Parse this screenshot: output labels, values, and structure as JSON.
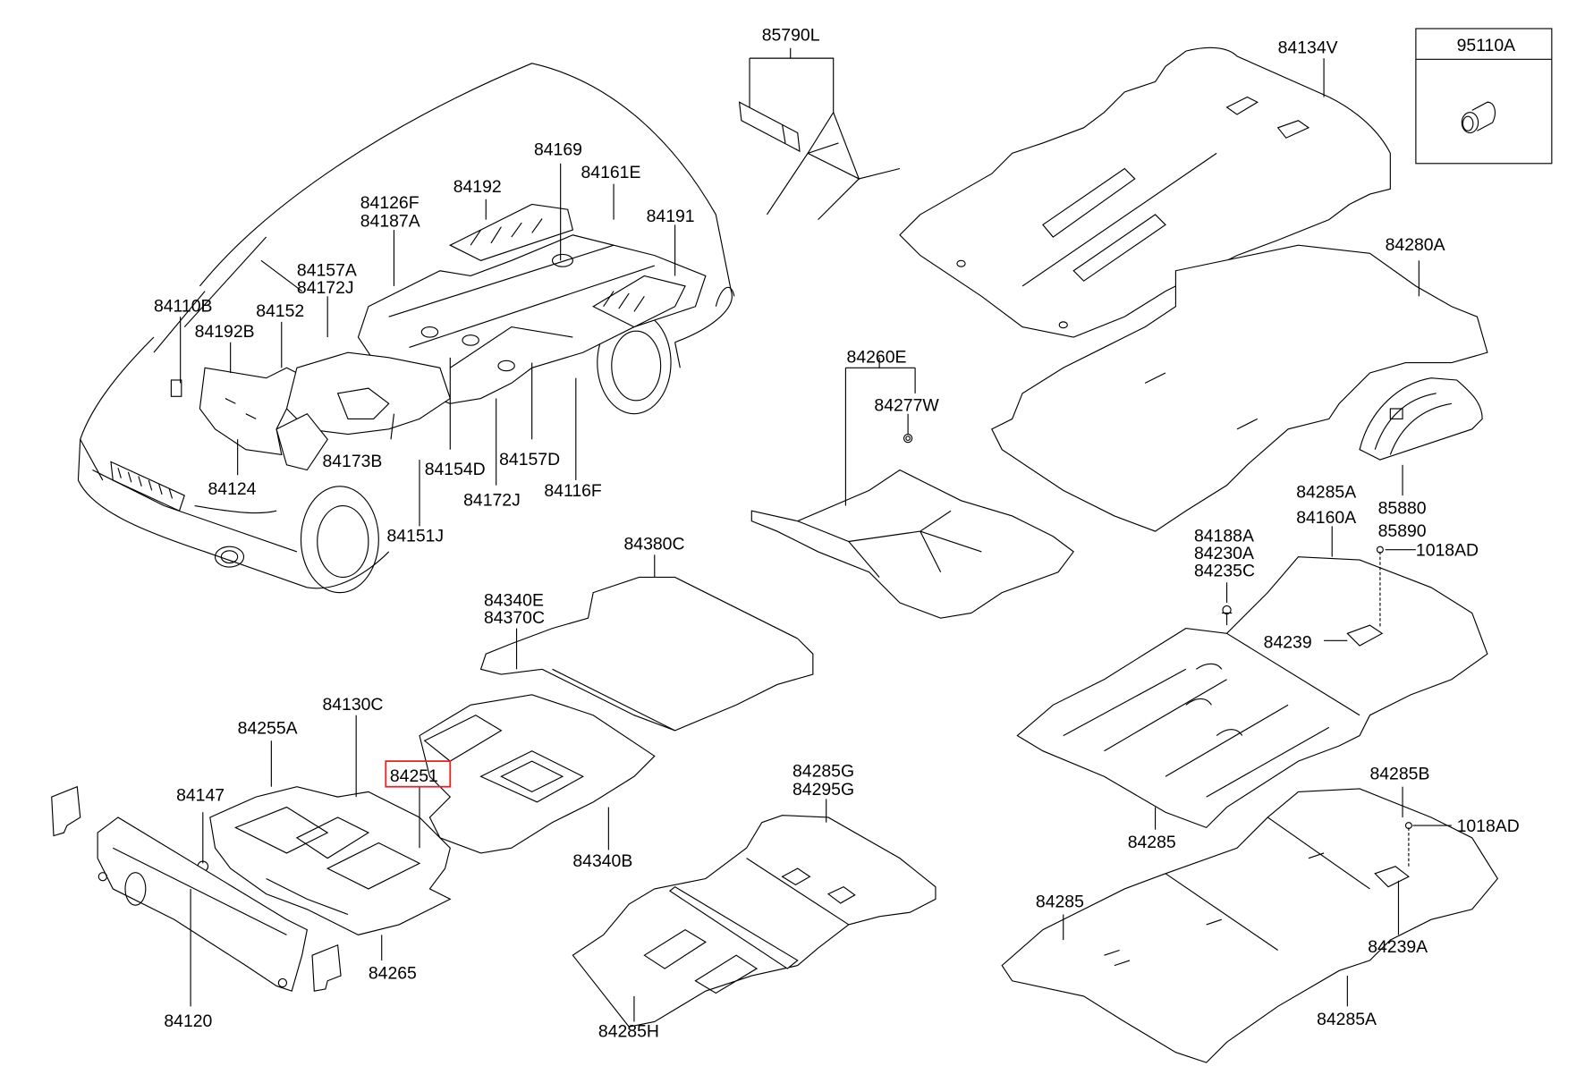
{
  "diagram": {
    "title": "Floor covering / insulation parts diagram",
    "highlight_color": "#e0262b",
    "highlighted_part": "84251",
    "legend_box": {
      "part": "95110A",
      "icon": "clip-fastener-icon"
    },
    "labels": [
      {
        "id": "85790L",
        "text": "85790L"
      },
      {
        "id": "84134V",
        "text": "84134V"
      },
      {
        "id": "95110A",
        "text": "95110A"
      },
      {
        "id": "84169",
        "text": "84169"
      },
      {
        "id": "84161E",
        "text": "84161E"
      },
      {
        "id": "84192",
        "text": "84192"
      },
      {
        "id": "84191",
        "text": "84191"
      },
      {
        "id": "84126F",
        "text": "84126F"
      },
      {
        "id": "84187A",
        "text": "84187A"
      },
      {
        "id": "84157A",
        "text": "84157A"
      },
      {
        "id": "84172J_top",
        "text": "84172J"
      },
      {
        "id": "84110B",
        "text": "84110B"
      },
      {
        "id": "84152",
        "text": "84152"
      },
      {
        "id": "84192B",
        "text": "84192B"
      },
      {
        "id": "84173B",
        "text": "84173B"
      },
      {
        "id": "84154D",
        "text": "84154D"
      },
      {
        "id": "84157D",
        "text": "84157D"
      },
      {
        "id": "84124",
        "text": "84124"
      },
      {
        "id": "84172J_bottom",
        "text": "84172J"
      },
      {
        "id": "84116F",
        "text": "84116F"
      },
      {
        "id": "84151J",
        "text": "84151J"
      },
      {
        "id": "84280A",
        "text": "84280A"
      },
      {
        "id": "84260E",
        "text": "84260E"
      },
      {
        "id": "84277W",
        "text": "84277W"
      },
      {
        "id": "85880",
        "text": "85880"
      },
      {
        "id": "85890",
        "text": "85890"
      },
      {
        "id": "84285A_top",
        "text": "84285A"
      },
      {
        "id": "84160A",
        "text": "84160A"
      },
      {
        "id": "84188A",
        "text": "84188A"
      },
      {
        "id": "84230A",
        "text": "84230A"
      },
      {
        "id": "84235C",
        "text": "84235C"
      },
      {
        "id": "1018AD_top",
        "text": "1018AD"
      },
      {
        "id": "84239",
        "text": "84239"
      },
      {
        "id": "84380C",
        "text": "84380C"
      },
      {
        "id": "84340E",
        "text": "84340E"
      },
      {
        "id": "84370C",
        "text": "84370C"
      },
      {
        "id": "84130C",
        "text": "84130C"
      },
      {
        "id": "84255A",
        "text": "84255A"
      },
      {
        "id": "84251",
        "text": "84251"
      },
      {
        "id": "84147",
        "text": "84147"
      },
      {
        "id": "84340B",
        "text": "84340B"
      },
      {
        "id": "84285G",
        "text": "84285G"
      },
      {
        "id": "84295G",
        "text": "84295G"
      },
      {
        "id": "84285_mid",
        "text": "84285"
      },
      {
        "id": "84285B",
        "text": "84285B"
      },
      {
        "id": "1018AD_bottom",
        "text": "1018AD"
      },
      {
        "id": "84285_low",
        "text": "84285"
      },
      {
        "id": "84239A",
        "text": "84239A"
      },
      {
        "id": "84265",
        "text": "84265"
      },
      {
        "id": "84120",
        "text": "84120"
      },
      {
        "id": "84285H",
        "text": "84285H"
      },
      {
        "id": "84285A_bottom",
        "text": "84285A"
      }
    ]
  }
}
